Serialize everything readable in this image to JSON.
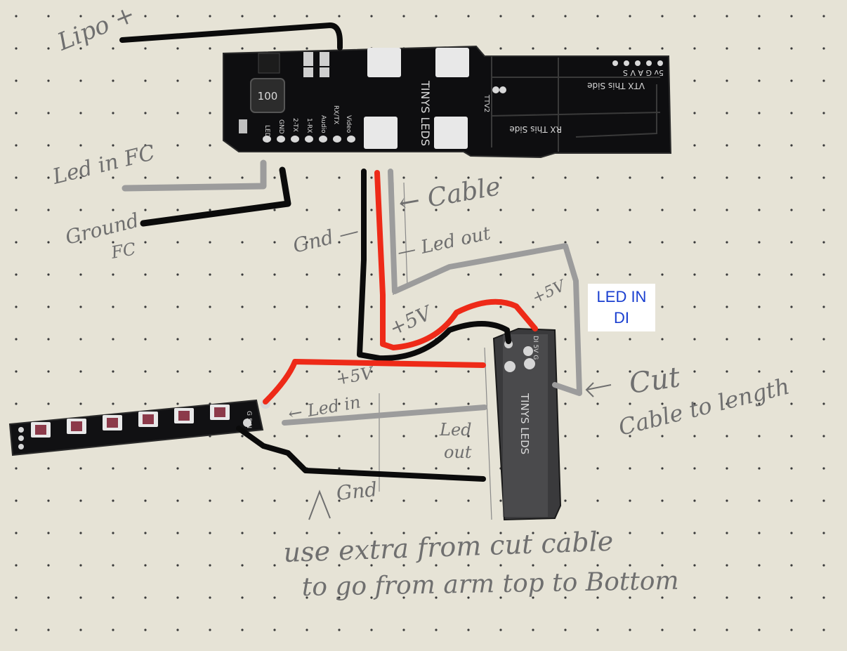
{
  "labels": {
    "lipo_plus": "Lipo +",
    "led_in_fc": "Led in FC",
    "ground_fc_1": "Ground",
    "ground_fc_2": "FC",
    "cable": "← Cable",
    "led_out": "— Led out",
    "gnd_top": "Gnd —",
    "plus5v_a": "+5V",
    "plus5v_b": "+5V",
    "plus5v_c": "+5V",
    "led_in_strip": "← Led in",
    "led_out_1": "Led",
    "led_out_2": "out",
    "gnd_bottom": "Gnd",
    "cut_1": "Cut",
    "cut_2": "Cable to length",
    "note_1": "use extra from cut cable",
    "note_2": "to go from arm top to Bottom"
  },
  "callout": {
    "line1": "LED IN",
    "line2": "DI"
  },
  "board": {
    "name": "TINYS LEDS",
    "pads": [
      "LED",
      "GND",
      "2-TX",
      "1-RX",
      "Audio",
      "Video",
      "RX/TX"
    ],
    "inductor": "100",
    "side_rx": "RX This Side",
    "side_vtx": "VTX This Side",
    "vtx_pins": "5v G A V S",
    "ttv": "TTV2"
  },
  "strip_board": {
    "name": "TINYS LEDS",
    "pads": "DI 5V G"
  },
  "led_bar": {
    "pads": "G 5 N",
    "led_count": 6
  },
  "colors": {
    "paper": "#e6e3d6",
    "wire_black": "#0b0b0b",
    "wire_red": "#ee2a18",
    "wire_gray": "#9c9c9c",
    "pencil": "#6f6f6f",
    "callout_text": "#1a3fd0"
  }
}
